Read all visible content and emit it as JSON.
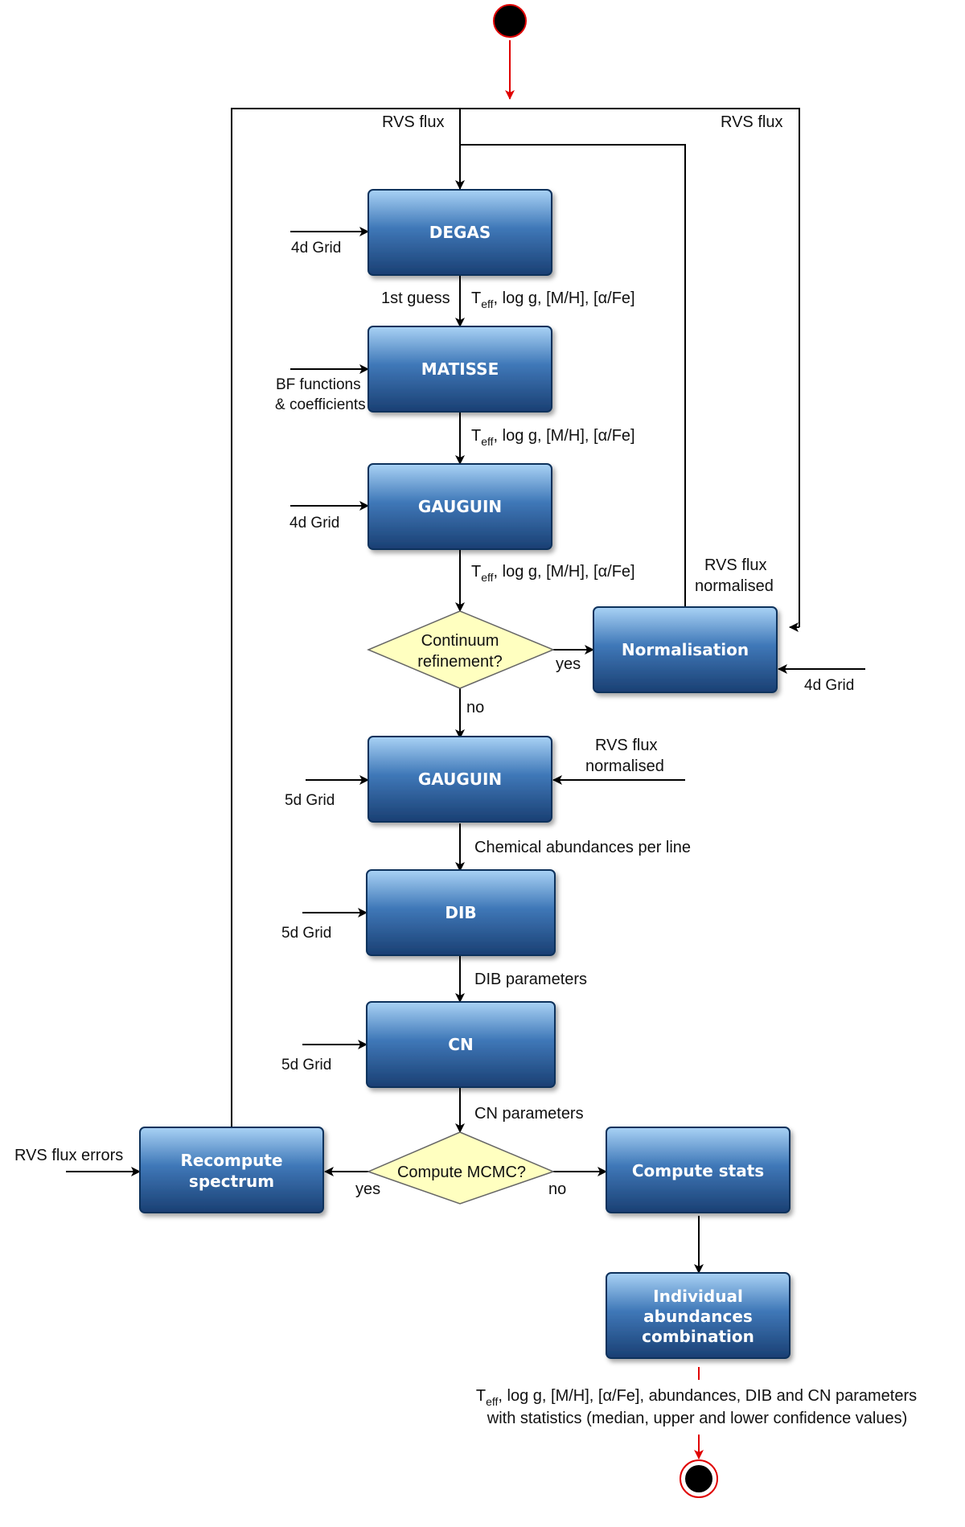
{
  "nodes": {
    "degas": "DEGAS",
    "matisse": "MATISSE",
    "gauguin1": "GAUGUIN",
    "normalisation": "Normalisation",
    "gauguin2": "GAUGUIN",
    "dib": "DIB",
    "cn": "CN",
    "recompute_1": "Recompute",
    "recompute_2": "spectrum",
    "stats": "Compute stats",
    "combo_1": "Individual",
    "combo_2": "abundances",
    "combo_3": "combination"
  },
  "decisions": {
    "continuum_1": "Continuum",
    "continuum_2": "refinement?",
    "mcmc": "Compute MCMC?"
  },
  "labels": {
    "rvs_flux": "RVS flux",
    "rvs_flux_norm_1": "RVS flux",
    "rvs_flux_norm_2": "normalised",
    "grid_4d": "4d Grid",
    "grid_5d": "5d Grid",
    "bf_1": "BF functions",
    "bf_2": "& coefficients",
    "first_guess": "1st guess",
    "params_pre": "T",
    "params_sub": "eff",
    "params_post": ", log g, [M/H], [α/Fe]",
    "yes": "yes",
    "no": "no",
    "chem_abund": "Chemical abundances per line",
    "dib_params": "DIB parameters",
    "cn_params": "CN parameters",
    "rvs_flux_errors": "RVS flux errors",
    "final_post": ", log g, [M/H], [α/Fe], abundances, DIB and CN parameters",
    "final_line2": "with statistics (median, upper and lower confidence values)"
  },
  "colors": {
    "box_top": "#a9d2f5",
    "box_mid": "#3f78b8",
    "box_bottom": "#1a3f73",
    "box_stroke": "#10305c",
    "decision_fill": "#ffffc0",
    "decision_stroke": "#666666",
    "start_red": "#e00000",
    "line": "#000000"
  }
}
